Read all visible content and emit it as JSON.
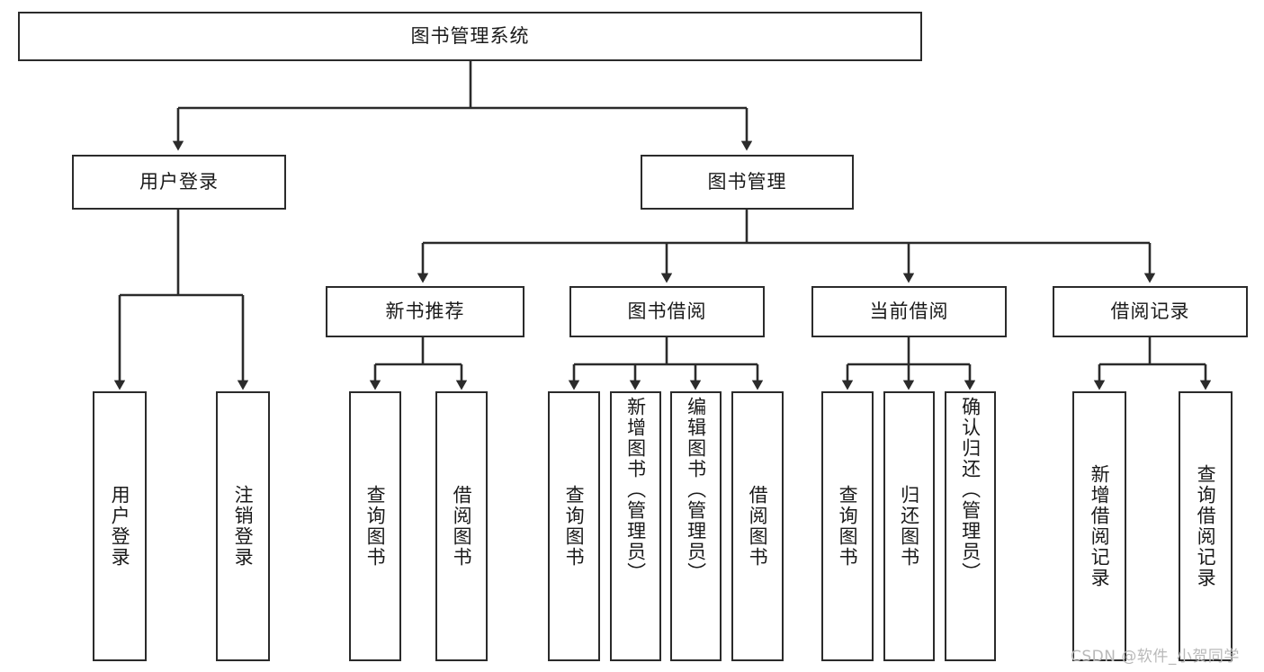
{
  "diagram": {
    "title": "图书管理系统",
    "type": "tree",
    "root": {
      "label": "图书管理系统"
    },
    "level2": [
      {
        "label": "用户登录"
      },
      {
        "label": "图书管理"
      }
    ],
    "level3": [
      {
        "label": "新书推荐"
      },
      {
        "label": "图书借阅"
      },
      {
        "label": "当前借阅"
      },
      {
        "label": "借阅记录"
      }
    ],
    "leaves": {
      "user_login": [
        {
          "label": "用户登录"
        },
        {
          "label": "注销登录"
        }
      ],
      "new_book_recommend": [
        {
          "label": "查询图书"
        },
        {
          "label": "借阅图书"
        }
      ],
      "book_borrow": [
        {
          "label": "查询图书"
        },
        {
          "label": "新增图书（管理员）"
        },
        {
          "label": "编辑图书（管理员）"
        },
        {
          "label": "借阅图书"
        }
      ],
      "current_borrow": [
        {
          "label": "查询图书"
        },
        {
          "label": "归还图书"
        },
        {
          "label": "确认归还（管理员）"
        }
      ],
      "borrow_records": [
        {
          "label": "新增借阅记录"
        },
        {
          "label": "查询借阅记录"
        }
      ]
    },
    "colors": {
      "stroke": "#2b2b2b",
      "fill": "#ffffff",
      "text": "#1a1a1a",
      "watermark": "#b9b9b9"
    }
  },
  "watermark": {
    "text": "CSDN @软件_小贺同学"
  }
}
